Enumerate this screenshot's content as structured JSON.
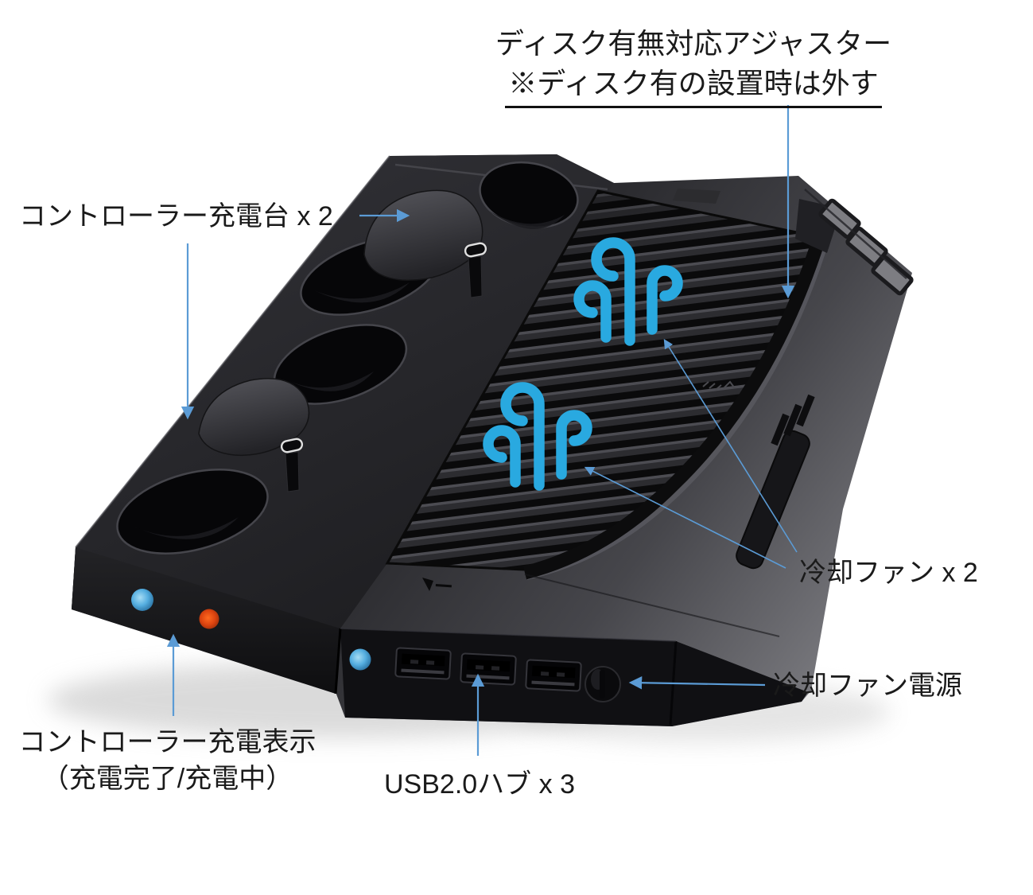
{
  "diagram": {
    "subject": "game-console-vertical-cooling-stand-with-controller-charger",
    "background": "#ffffff",
    "annotations": {
      "adjuster": {
        "line1": "ディスク有無対応アジャスター",
        "line2": "※ディスク有の設置時は外す"
      },
      "controller_dock": "コントローラー充電台 x 2",
      "cooling_fan": "冷却ファン x 2",
      "fan_power": "冷却ファン電源",
      "charge_indicator": {
        "line1": "コントローラー充電表示",
        "line2": "（充電完了/充電中）"
      },
      "usb_hub": "USB2.0ハブ x 3"
    },
    "icons": {
      "wind_icon_count": 2,
      "usb_port_count": 3,
      "usb_c_pin_count": 2,
      "led_count": 3,
      "power_button_count": 1
    },
    "colors": {
      "arrow": "#5B9BD5",
      "wind_icon": "#29A9E0",
      "led_blue": "#55AEE0",
      "led_orange": "#E34A12",
      "text": "#1a1a1a",
      "body_dark": "#1a1a1c",
      "body_light": "#77777c"
    }
  }
}
